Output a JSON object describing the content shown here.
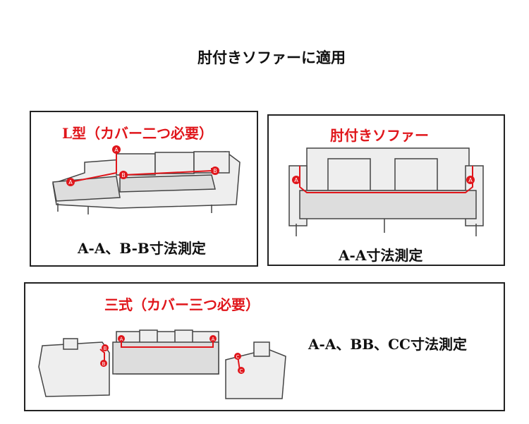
{
  "title": "肘付きソファーに適用",
  "panels": {
    "l_shape": {
      "heading": "L型（カバー二つ必要）",
      "measure": "A-A、B-B寸法測定",
      "markers": [
        "A",
        "A",
        "B",
        "B"
      ]
    },
    "arm_sofa": {
      "heading": "肘付きソファー",
      "measure": "A-A寸法測定",
      "markers": [
        "A",
        "A"
      ]
    },
    "three_set": {
      "heading": "三式（カバー三つ必要）",
      "measure": "A-A、BB、CC寸法測定",
      "markers": [
        "A",
        "A",
        "B",
        "B",
        "C",
        "C"
      ]
    }
  },
  "colors": {
    "accent": "#e0161b",
    "border": "#222222"
  }
}
